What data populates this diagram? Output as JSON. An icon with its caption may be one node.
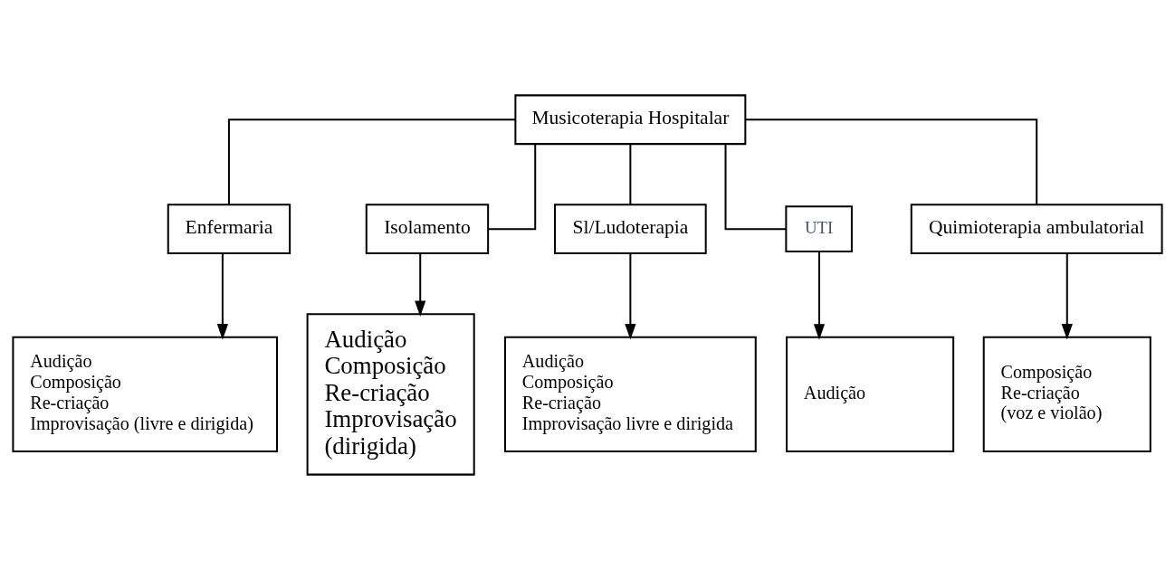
{
  "diagram": {
    "nodes": [
      {
        "text": [
          "Musicoterapia Hospitalar"
        ]
      },
      {
        "text": [
          "Enfermaria"
        ]
      },
      {
        "text": [
          "Isolamento"
        ]
      },
      {
        "text": [
          "Sl/Ludoterapia"
        ]
      },
      {
        "text": [
          "UTI"
        ]
      },
      {
        "text": [
          "Quimioterapia ambulatorial"
        ]
      },
      {
        "text": [
          "Audição",
          "Composição",
          "Re-criação",
          "Improvisação (livre e dirigida)"
        ]
      },
      {
        "text": [
          "Audição",
          "Composição",
          "Re-criação",
          "Improvisação",
          "(dirigida)"
        ]
      },
      {
        "text": [
          "Audição",
          "Composição",
          "Re-criação",
          "Improvisação livre e dirigida"
        ]
      },
      {
        "text": [
          "Audição"
        ]
      },
      {
        "text": [
          "Composição",
          "Re-criação",
          "(voz e violão)"
        ]
      }
    ],
    "edges": [
      {
        "from": 0,
        "to": 1,
        "arrow": "none"
      },
      {
        "from": 0,
        "to": 2,
        "arrow": "none"
      },
      {
        "from": 0,
        "to": 3,
        "arrow": "none"
      },
      {
        "from": 0,
        "to": 4,
        "arrow": "none"
      },
      {
        "from": 0,
        "to": 5,
        "arrow": "none"
      },
      {
        "from": 1,
        "to": 6,
        "arrow": "to"
      },
      {
        "from": 2,
        "to": 7,
        "arrow": "to"
      },
      {
        "from": 3,
        "to": 8,
        "arrow": "to"
      },
      {
        "from": 4,
        "to": 9,
        "arrow": "to"
      },
      {
        "from": 5,
        "to": 10,
        "arrow": "to"
      }
    ]
  }
}
